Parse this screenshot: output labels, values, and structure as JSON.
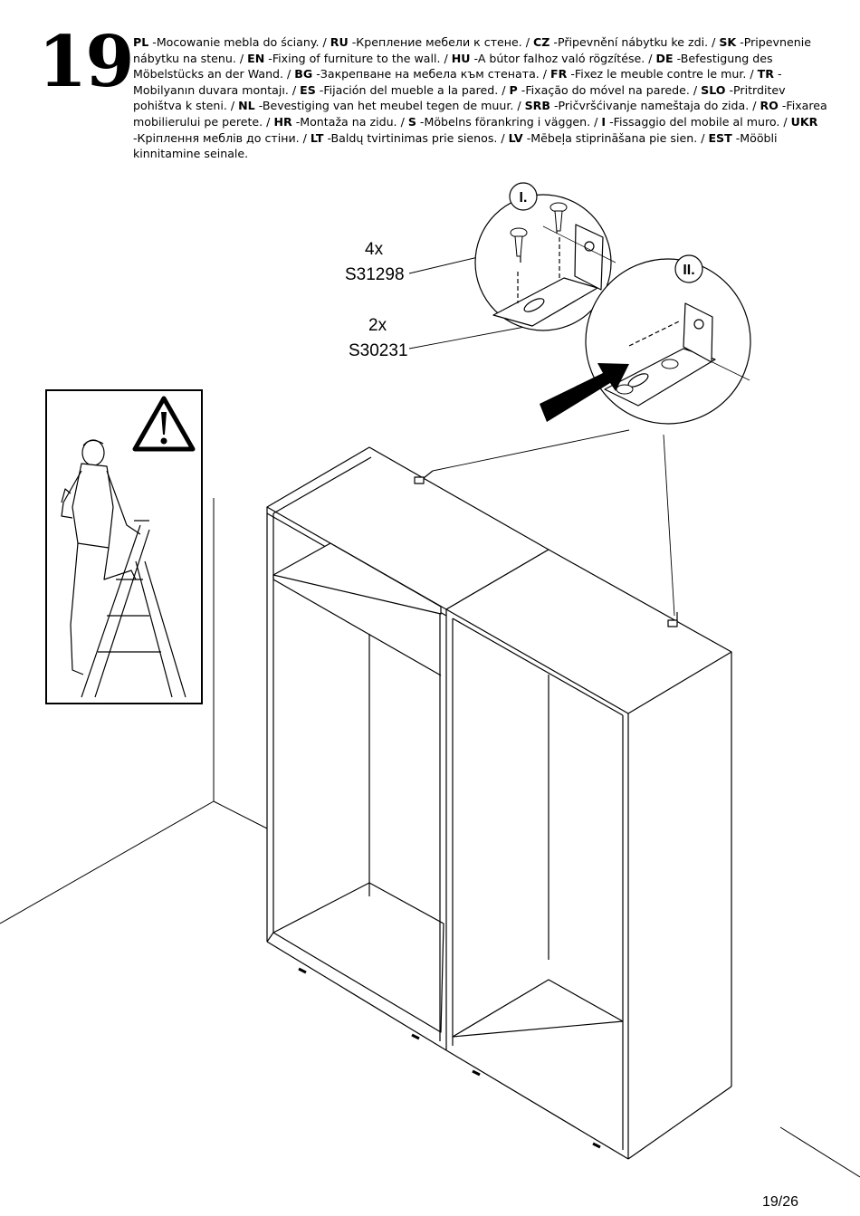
{
  "step": {
    "number": "19"
  },
  "instructions": [
    {
      "lang": "PL",
      "text": "-Mocowanie mebla do ściany. /"
    },
    {
      "lang": "RU",
      "text": "-Крепление мебели к стене. /"
    },
    {
      "lang": "CZ",
      "text": "-Připevnění nábytku ke zdi. /"
    },
    {
      "lang": "SK",
      "text": "-Pripevnenie nábytku na stenu. /"
    },
    {
      "lang": "EN",
      "text": "-Fixing of furniture to the wall. /"
    },
    {
      "lang": "HU",
      "text": "-A bútor falhoz való rögzítése. /"
    },
    {
      "lang": "DE",
      "text": "-Befestigung des Möbelstücks an der Wand. /"
    },
    {
      "lang": "BG",
      "text": "-Закрепване на мебела към стената. /"
    },
    {
      "lang": "FR",
      "text": "-Fixez le meuble contre le mur. /"
    },
    {
      "lang": "TR",
      "text": "-Mobilyanın duvara montajı. /"
    },
    {
      "lang": "ES",
      "text": "-Fijación del mueble a la pared. /"
    },
    {
      "lang": "P",
      "text": "-Fixação do móvel na parede. /"
    },
    {
      "lang": "SLO",
      "text": "-Pritrditev pohištva k steni. /"
    },
    {
      "lang": "NL",
      "text": "-Bevestiging van het meubel tegen de muur. /"
    },
    {
      "lang": "SRB",
      "text": "-Pričvršćivanje nameštaja do zida. /"
    },
    {
      "lang": "RO",
      "text": "-Fixarea mobilierului pe perete. /"
    },
    {
      "lang": "HR",
      "text": "-Montaža na zidu. /"
    },
    {
      "lang": "S",
      "text": "-Möbelns förankring i väggen. /"
    },
    {
      "lang": "I",
      "text": "-Fissaggio del mobile al muro. /"
    },
    {
      "lang": "UKR",
      "text": "-Кріплення меблів до стіни. /"
    },
    {
      "lang": "LT",
      "text": "-Baldų tvirtinimas prie sienos. /"
    },
    {
      "lang": "LV",
      "text": "-Mēbeļa stiprināšana pie sien. /"
    },
    {
      "lang": "EST",
      "text": "-Mööbli kinnitamine seinale."
    }
  ],
  "parts": [
    {
      "qty": "4x",
      "code": "S31298",
      "icon": "screw-icon"
    },
    {
      "qty": "2x",
      "code": "S30231",
      "icon": "angle-bracket-icon"
    }
  ],
  "detail_labels": [
    "I.",
    "II."
  ],
  "warning": {
    "icon": "warning-triangle-icon"
  },
  "page": {
    "label": "19/26"
  }
}
